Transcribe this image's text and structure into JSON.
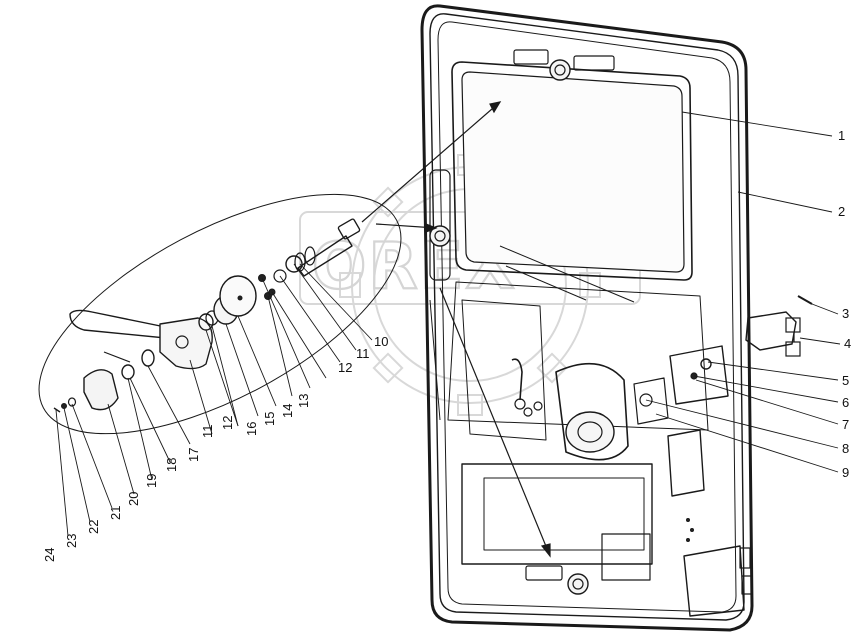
{
  "diagram": {
    "watermark": "OREX",
    "callouts": [
      {
        "id": "c1",
        "text": "1"
      },
      {
        "id": "c2",
        "text": "2"
      },
      {
        "id": "c3",
        "text": "3"
      },
      {
        "id": "c4",
        "text": "4"
      },
      {
        "id": "c5",
        "text": "5"
      },
      {
        "id": "c6",
        "text": "6"
      },
      {
        "id": "c7",
        "text": "7"
      },
      {
        "id": "c8",
        "text": "8"
      },
      {
        "id": "c9",
        "text": "9"
      },
      {
        "id": "c10",
        "text": "10"
      },
      {
        "id": "c11a",
        "text": "11"
      },
      {
        "id": "c11b",
        "text": "11"
      },
      {
        "id": "c12a",
        "text": "12"
      },
      {
        "id": "c12b",
        "text": "12"
      },
      {
        "id": "c13",
        "text": "13"
      },
      {
        "id": "c14",
        "text": "14"
      },
      {
        "id": "c15",
        "text": "15"
      },
      {
        "id": "c16",
        "text": "16"
      },
      {
        "id": "c17",
        "text": "17"
      },
      {
        "id": "c18",
        "text": "18"
      },
      {
        "id": "c19",
        "text": "19"
      },
      {
        "id": "c20",
        "text": "20"
      },
      {
        "id": "c21",
        "text": "21"
      },
      {
        "id": "c22",
        "text": "22"
      },
      {
        "id": "c23",
        "text": "23"
      },
      {
        "id": "c24",
        "text": "24"
      }
    ]
  }
}
